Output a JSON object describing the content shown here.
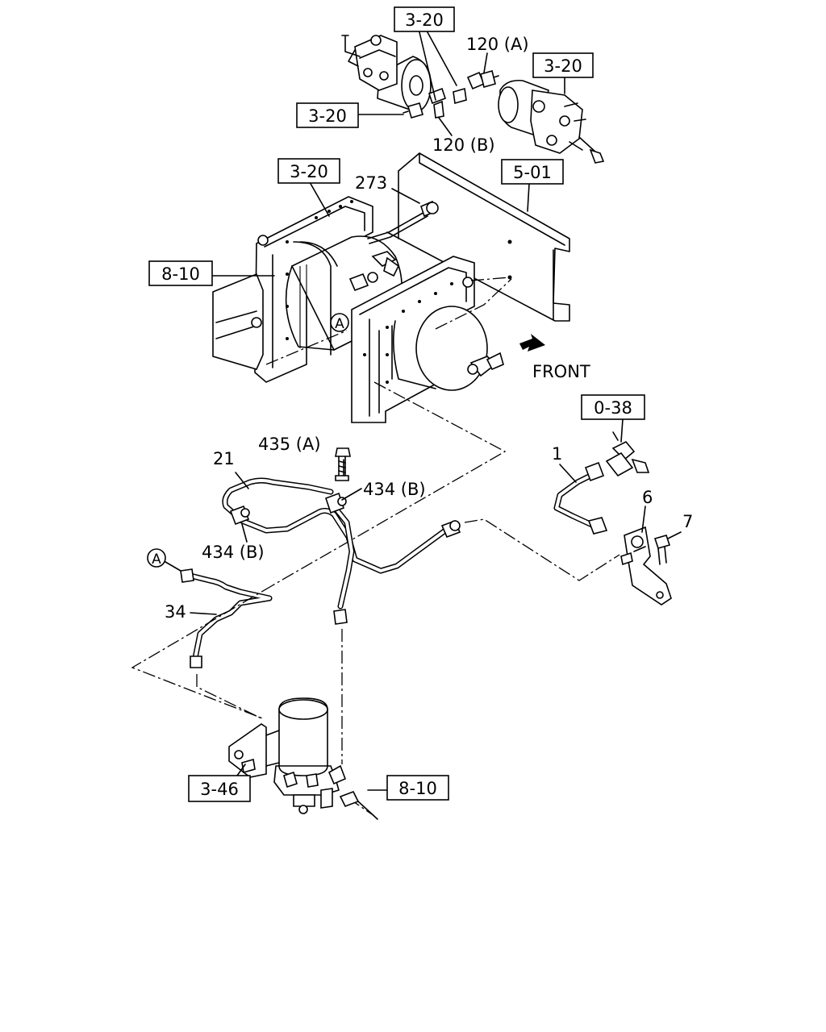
{
  "refs": {
    "r320_top": "3-20",
    "r320_right": "3-20",
    "r320_left": "3-20",
    "r320_tank": "3-20",
    "r501": "5-01",
    "r810_tank": "8-10",
    "r038": "0-38",
    "r346": "3-46",
    "r810_bottom": "8-10"
  },
  "labels": {
    "p120a": "120 (A)",
    "p120b": "120 (B)",
    "p273": "273",
    "front": "FRONT",
    "p435a": "435 (A)",
    "p434b_right": "434 (B)",
    "p434b_left": "434 (B)",
    "p21": "21",
    "p1": "1",
    "p6": "6",
    "p7": "7",
    "p34": "34",
    "circleA_tank": "A",
    "circleA_pipe": "A"
  },
  "icons": {
    "front_arrow": "front-direction-arrow"
  }
}
